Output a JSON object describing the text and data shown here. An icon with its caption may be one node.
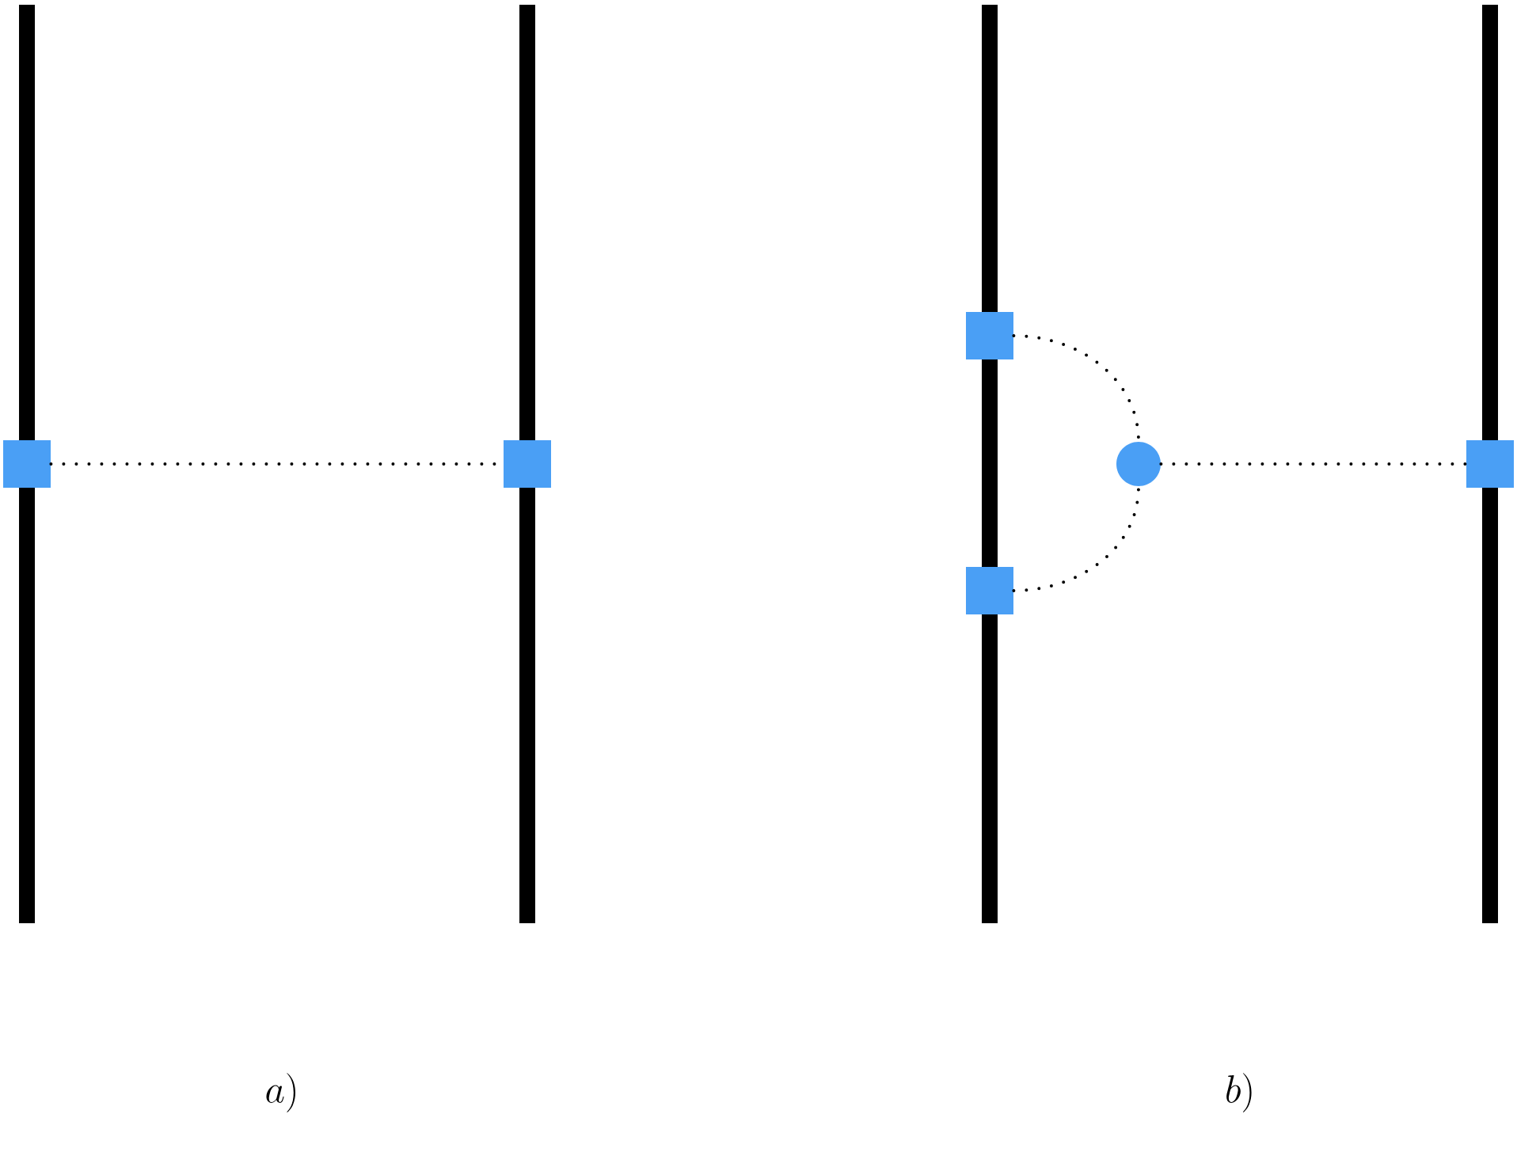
{
  "diagram": {
    "nodes": [
      {
        "text": [],
        "shape": "box"
      },
      {
        "text": [],
        "shape": "box"
      },
      {
        "text": [],
        "shape": "box"
      },
      {
        "text": [],
        "shape": "box"
      },
      {
        "text": [],
        "shape": "circle"
      },
      {
        "text": [],
        "shape": "box"
      }
    ],
    "edges": [
      {
        "from": 0,
        "to": 1,
        "arrow": "none"
      },
      {
        "from": 2,
        "to": 4,
        "arrow": "none"
      },
      {
        "from": 3,
        "to": 4,
        "arrow": "none"
      },
      {
        "from": 4,
        "to": 5,
        "arrow": "none"
      }
    ],
    "labels": [
      "a)",
      "b)"
    ]
  }
}
